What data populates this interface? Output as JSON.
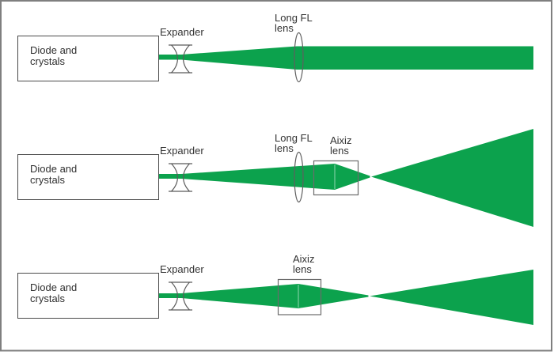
{
  "colors": {
    "beam": "#0CA24D",
    "frame": "#7F7F7F",
    "box_border": "#4A4A4A",
    "optic_outline": "#5A5A5A",
    "text": "#333333"
  },
  "rows": [
    {
      "diode": {
        "line1": "Diode and",
        "line2": "crystals"
      },
      "expander_label": "Expander",
      "long_fl": {
        "line1": "Long FL",
        "line2": "lens"
      }
    },
    {
      "diode": {
        "line1": "Diode and",
        "line2": "crystals"
      },
      "expander_label": "Expander",
      "long_fl": {
        "line1": "Long FL",
        "line2": "lens"
      },
      "aixiz": {
        "line1": "Aixiz",
        "line2": "lens"
      }
    },
    {
      "diode": {
        "line1": "Diode and",
        "line2": "crystals"
      },
      "expander_label": "Expander",
      "aixiz": {
        "line1": "Aixiz",
        "line2": "lens"
      }
    }
  ]
}
